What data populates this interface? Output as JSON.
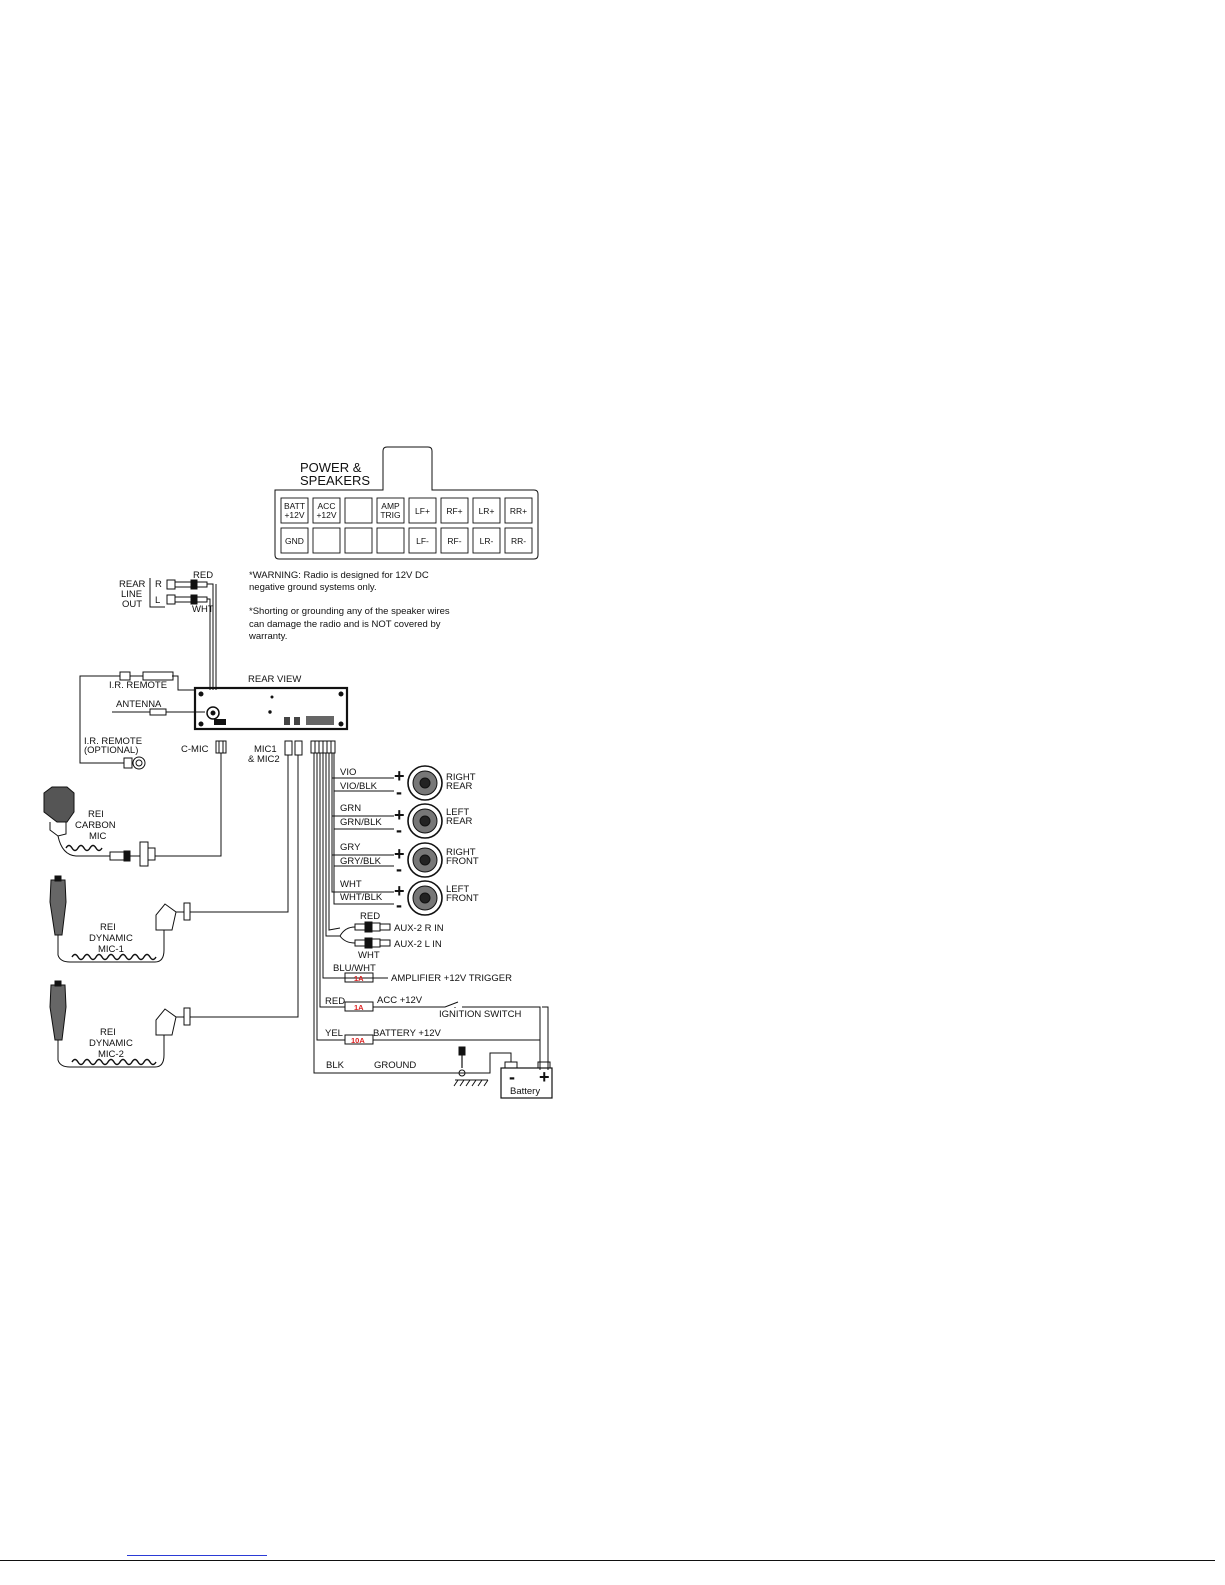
{
  "connector": {
    "title_line1": "POWER &",
    "title_line2": "SPEAKERS",
    "top_row": [
      [
        "BATT",
        "+12V"
      ],
      [
        "ACC",
        "+12V"
      ],
      [
        "",
        ""
      ],
      [
        "AMP",
        "TRIG"
      ],
      [
        "LF+",
        ""
      ],
      [
        "RF+",
        ""
      ],
      [
        "LR+",
        ""
      ],
      [
        "RR+",
        ""
      ]
    ],
    "bottom_row": [
      "GND",
      "",
      "",
      "",
      "LF-",
      "RF-",
      "LR-",
      "RR-"
    ]
  },
  "notes": {
    "warning": [
      "*WARNING: Radio is designed for 12V DC",
      "negative ground systems only."
    ],
    "shorting": [
      "*Shorting or grounding any of the speaker wires",
      "can damage the radio and is NOT covered by",
      "warranty."
    ]
  },
  "radio": {
    "rear_view": "REAR VIEW",
    "ir_remote": "I.R. REMOTE",
    "antenna": "ANTENNA",
    "ir_remote_optional": [
      "I.R. REMOTE",
      "(OPTIONAL)"
    ],
    "c_mic": "C-MIC",
    "mic12": [
      "MIC1",
      "& MIC2"
    ]
  },
  "line_out": {
    "label": [
      "REAR",
      "LINE",
      "OUT"
    ],
    "r": "R",
    "l": "L",
    "red": "RED",
    "wht": "WHT"
  },
  "mics": {
    "carbon": [
      "REI",
      "CARBON",
      "MIC"
    ],
    "dynamic1": [
      "REI",
      "DYNAMIC",
      "MIC-1"
    ],
    "dynamic2": [
      "REI",
      "DYNAMIC",
      "MIC-2"
    ]
  },
  "speakers": [
    {
      "plus_wire": "VIO",
      "minus_wire": "VIO/BLK",
      "name": [
        "RIGHT",
        "REAR"
      ]
    },
    {
      "plus_wire": "GRN",
      "minus_wire": "GRN/BLK",
      "name": [
        "LEFT",
        "REAR"
      ]
    },
    {
      "plus_wire": "GRY",
      "minus_wire": "GRY/BLK",
      "name": [
        "RIGHT",
        "FRONT"
      ]
    },
    {
      "plus_wire": "WHT",
      "minus_wire": "WHT/BLK",
      "name": [
        "LEFT",
        "FRONT"
      ]
    }
  ],
  "signs": {
    "plus": "+",
    "minus": "-"
  },
  "aux": {
    "red": "RED",
    "r_in": "AUX-2 R IN",
    "l_in": "AUX-2 L IN",
    "wht": "WHT"
  },
  "power": {
    "blu_wht": "BLU/WHT",
    "amp_trigger": "AMPLIFIER +12V TRIGGER",
    "red": "RED",
    "acc": "ACC +12V",
    "ignition": "IGNITION SWITCH",
    "yel": "YEL",
    "battery12": "BATTERY +12V",
    "blk": "BLK",
    "ground": "GROUND",
    "fuse_1a": "1A",
    "fuse_10a": "10A",
    "battery": "Battery",
    "bat_minus": "-",
    "bat_plus": "+"
  },
  "colors": {
    "line": "#111111",
    "fuse_text": "#dd2222",
    "link_rule": "#2b3bd6"
  }
}
